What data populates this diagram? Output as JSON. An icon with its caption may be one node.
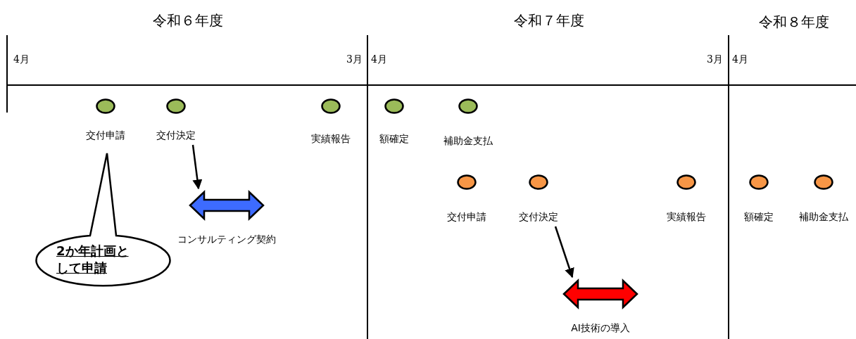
{
  "diagram": {
    "nodes": [
      {
        "text": [
          "交付申請"
        ]
      },
      {
        "text": [
          "交付決定"
        ]
      },
      {
        "text": [
          "実績報告"
        ]
      },
      {
        "text": [
          "額確定"
        ]
      },
      {
        "text": [
          "補助金支払"
        ]
      },
      {
        "text": [
          "コンサルティング契約"
        ]
      },
      {
        "text": [
          "2か年計画として申請"
        ]
      },
      {
        "text": [
          "交付申請"
        ]
      },
      {
        "text": [
          "交付決定"
        ]
      },
      {
        "text": [
          "実績報告"
        ]
      },
      {
        "text": [
          "額確定"
        ]
      },
      {
        "text": [
          "補助金支払"
        ]
      },
      {
        "text": [
          "AI技術の導入"
        ]
      }
    ],
    "edges": [
      {
        "from": 1,
        "to": 5,
        "arrow": "to"
      },
      {
        "from": 8,
        "to": 12,
        "arrow": "to"
      }
    ],
    "labels": [
      "令和６年度",
      "令和７年度",
      "令和８年度",
      "4月",
      "3月",
      "4月",
      "3月",
      "4月"
    ]
  }
}
